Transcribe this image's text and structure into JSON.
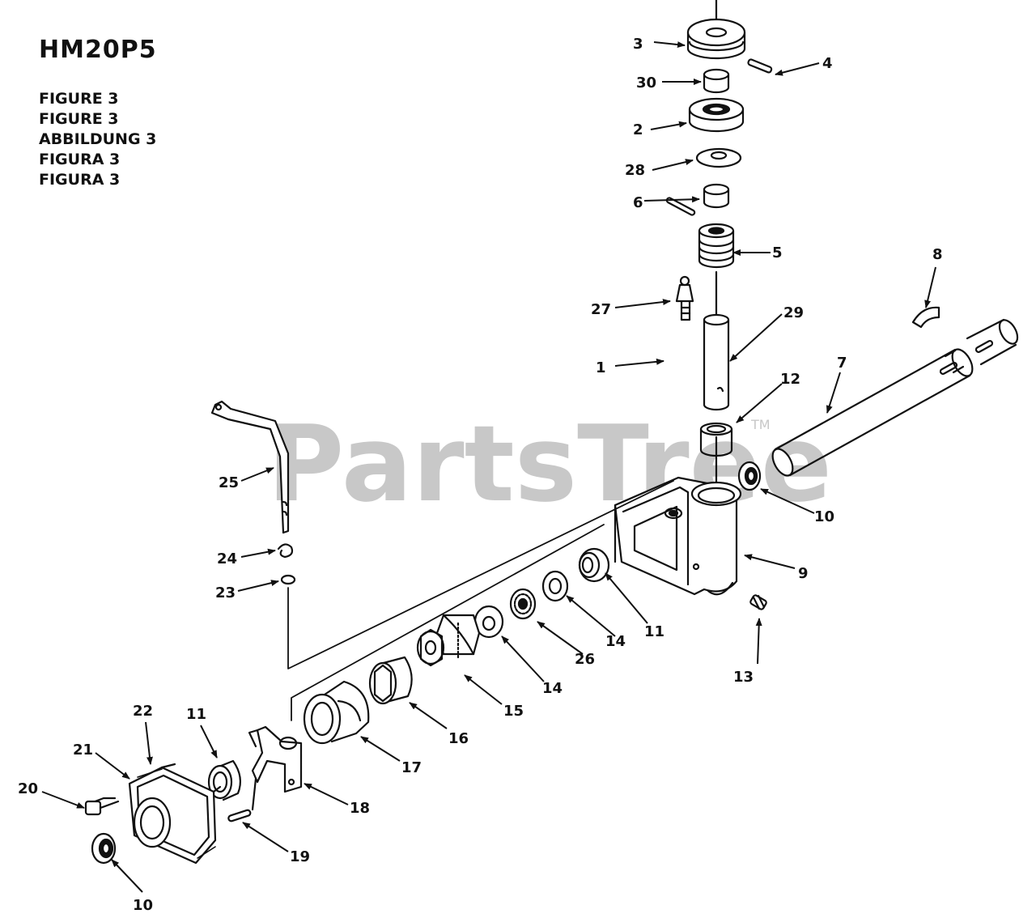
{
  "model": "HM20P5",
  "figure_captions": [
    "FIGURE 3",
    "FIGURE 3",
    "ABBILDUNG 3",
    "FIGURA 3",
    "FIGURA 3"
  ],
  "watermark": {
    "text": "PartsTree",
    "mark": "TM"
  },
  "callouts": [
    {
      "id": "c3",
      "text": "3"
    },
    {
      "id": "c4",
      "text": "4"
    },
    {
      "id": "c30",
      "text": "30"
    },
    {
      "id": "c2",
      "text": "2"
    },
    {
      "id": "c28",
      "text": "28"
    },
    {
      "id": "c6",
      "text": "6"
    },
    {
      "id": "c5",
      "text": "5"
    },
    {
      "id": "c8",
      "text": "8"
    },
    {
      "id": "c27",
      "text": "27"
    },
    {
      "id": "c29",
      "text": "29"
    },
    {
      "id": "c7",
      "text": "7"
    },
    {
      "id": "c1",
      "text": "1"
    },
    {
      "id": "c12",
      "text": "12"
    },
    {
      "id": "c25",
      "text": "25"
    },
    {
      "id": "c10a",
      "text": "10"
    },
    {
      "id": "c24",
      "text": "24"
    },
    {
      "id": "c9",
      "text": "9"
    },
    {
      "id": "c23",
      "text": "23"
    },
    {
      "id": "c11a",
      "text": "11"
    },
    {
      "id": "c14a",
      "text": "14"
    },
    {
      "id": "c26",
      "text": "26"
    },
    {
      "id": "c13",
      "text": "13"
    },
    {
      "id": "c14b",
      "text": "14"
    },
    {
      "id": "c15",
      "text": "15"
    },
    {
      "id": "c16",
      "text": "16"
    },
    {
      "id": "c22",
      "text": "22"
    },
    {
      "id": "c11b",
      "text": "11"
    },
    {
      "id": "c17",
      "text": "17"
    },
    {
      "id": "c21",
      "text": "21"
    },
    {
      "id": "c20",
      "text": "20"
    },
    {
      "id": "c18",
      "text": "18"
    },
    {
      "id": "c19",
      "text": "19"
    },
    {
      "id": "c10b",
      "text": "10"
    }
  ]
}
